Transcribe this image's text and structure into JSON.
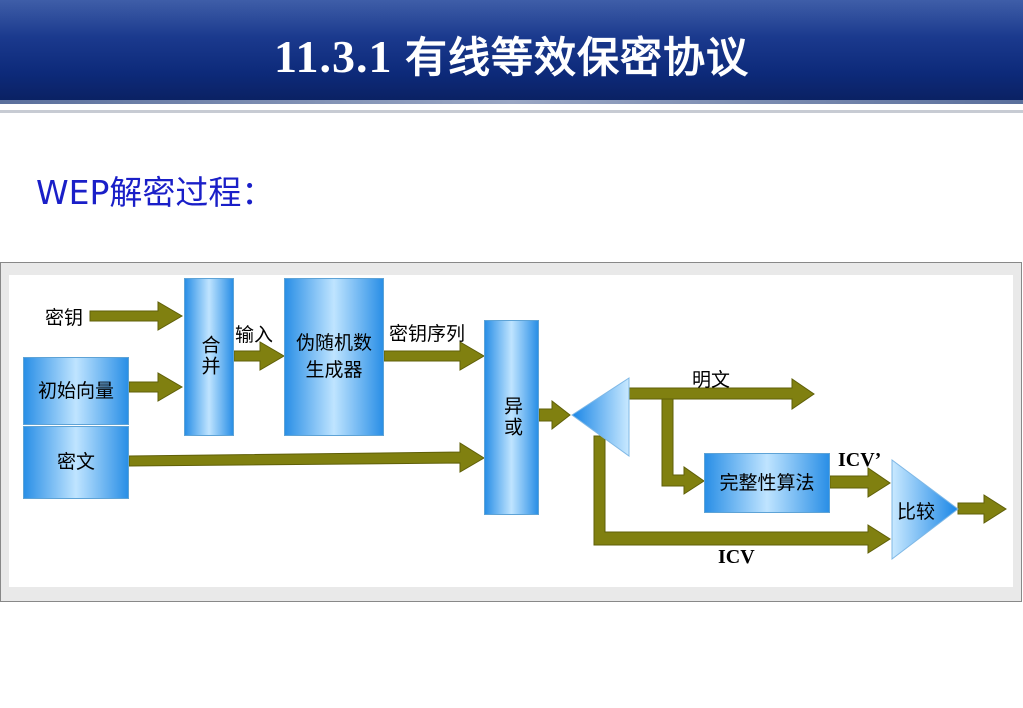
{
  "slide": {
    "title_num": "11.3.1",
    "title_text": "有线等效保密协议",
    "subtitle": "WEP解密过程："
  },
  "diagram": {
    "key_label": "密钥",
    "iv_label": "初始向量",
    "ciphertext_label": "密文",
    "merge_label": "合并",
    "input_label": "输入",
    "prng_label_1": "伪随机数",
    "prng_label_2": "生成器",
    "keystream_label": "密钥序列",
    "xor_label": "异或",
    "plaintext_label": "明文",
    "integrity_label": "完整性算法",
    "icv_prime_label": "ICV’",
    "compare_label": "比较",
    "icv_label": "ICV"
  },
  "colors": {
    "title_bg": "#0d2a7a",
    "subtitle_text": "#1a1fc8",
    "arrow": "#7f7f0f",
    "box_fill": "#2a8fe6"
  }
}
